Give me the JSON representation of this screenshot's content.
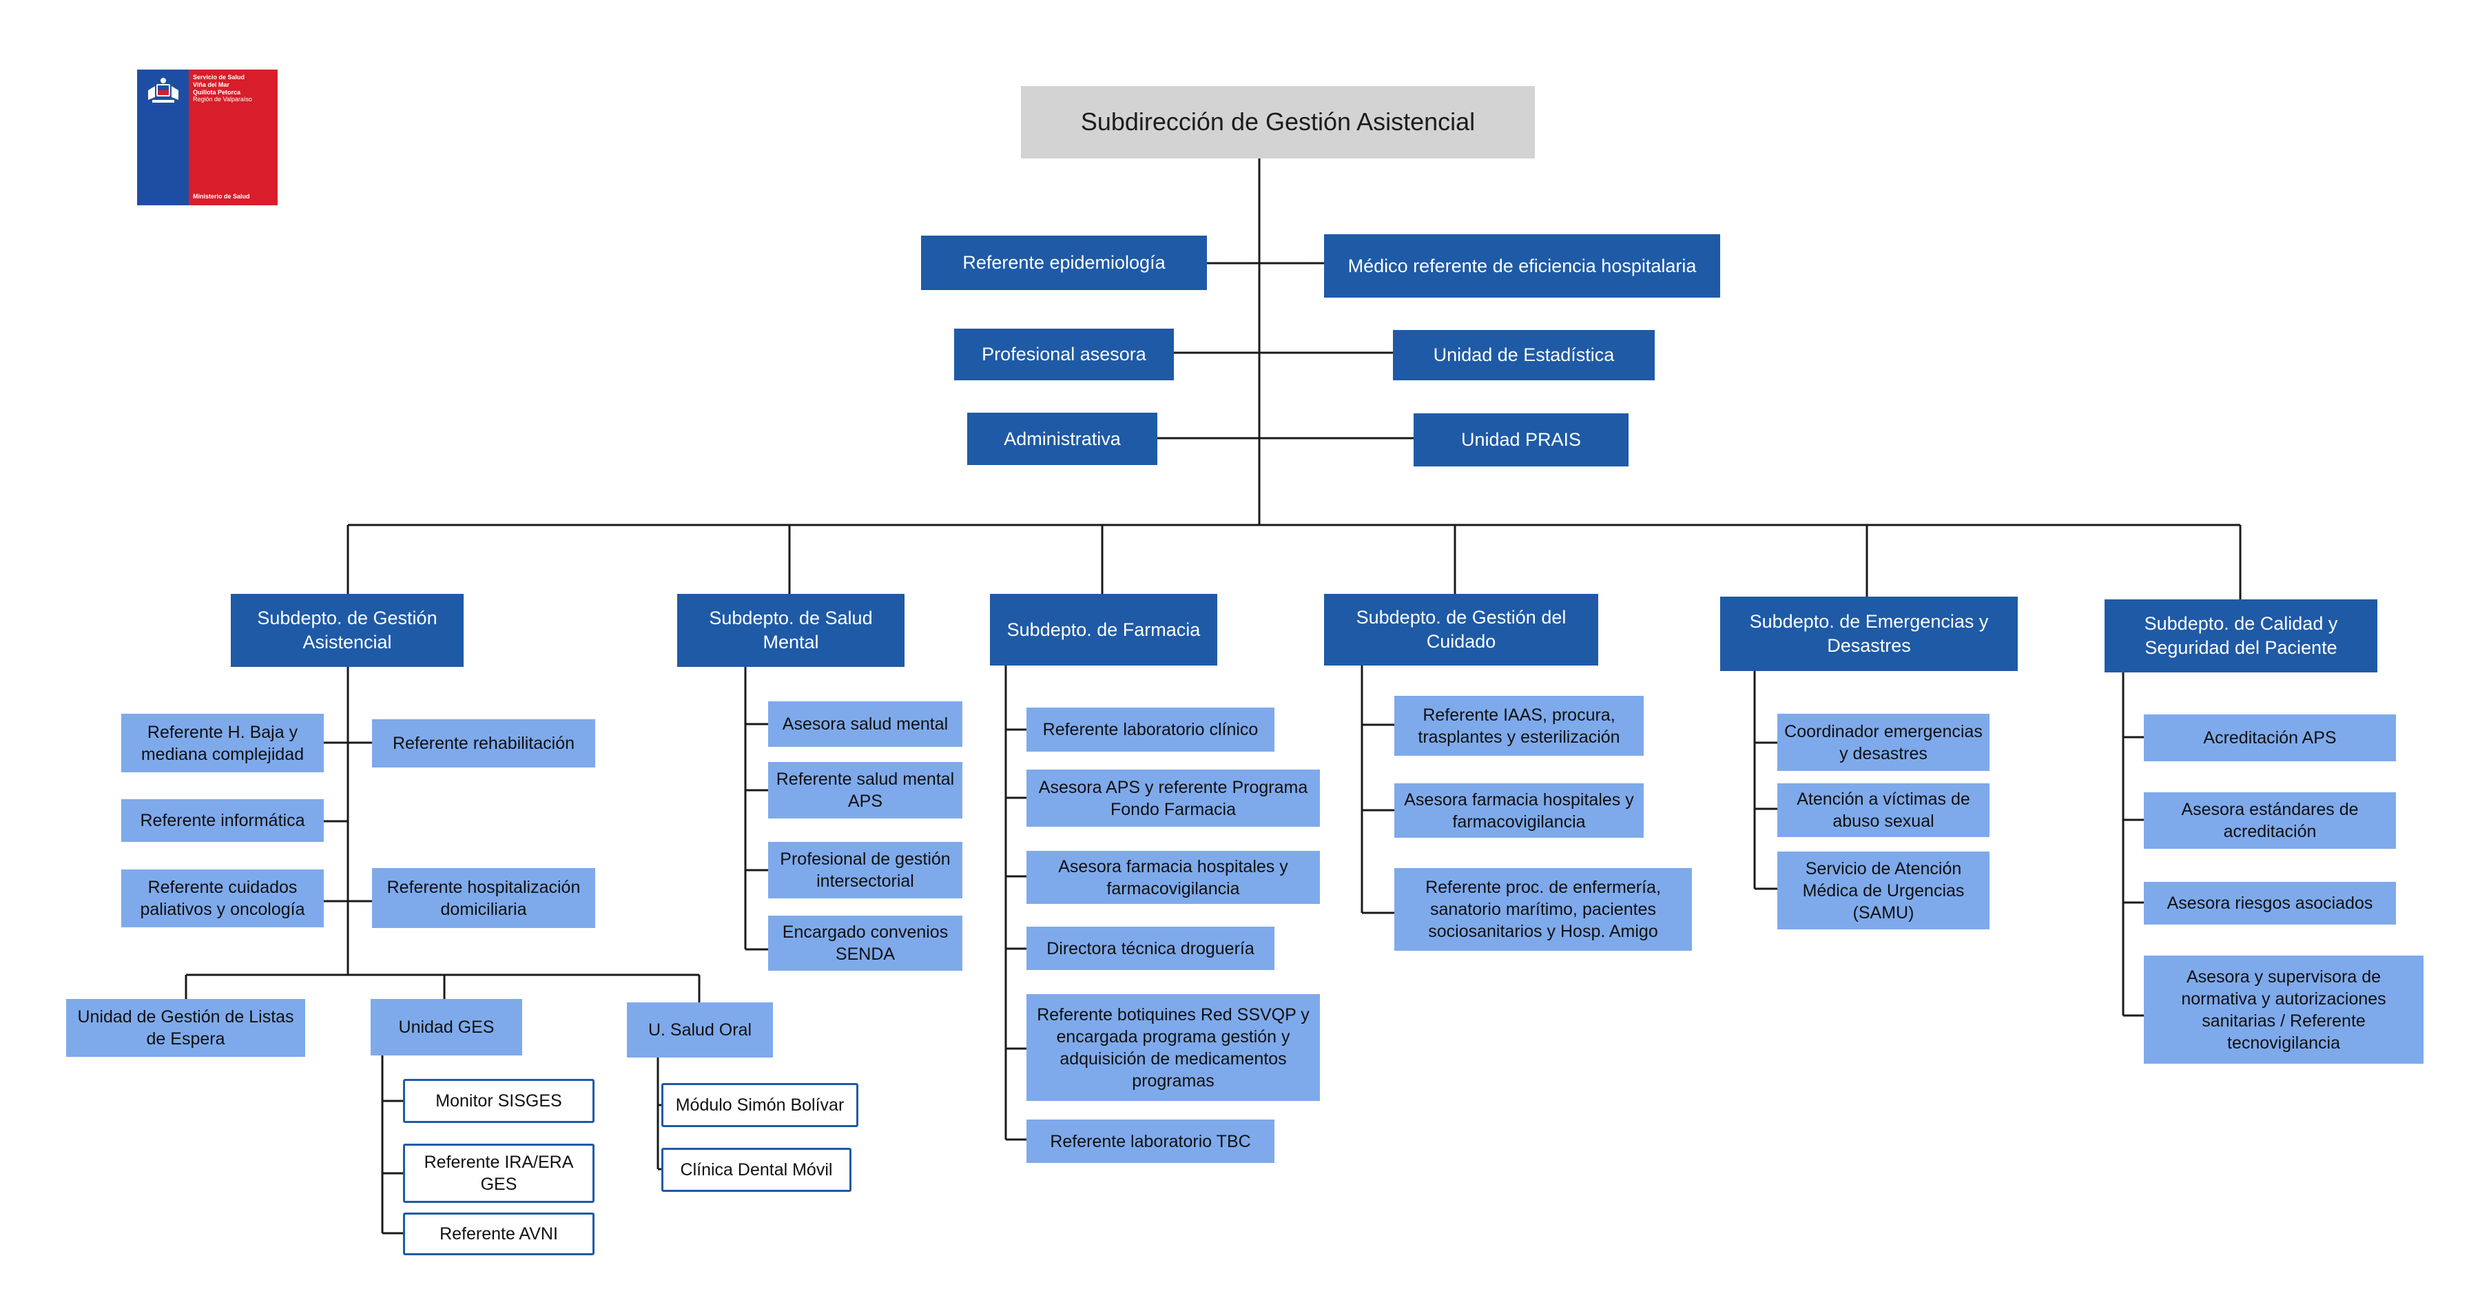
{
  "logo": {
    "lines": [
      "Servicio de Salud",
      "Viña del Mar",
      "Quillota Petorca",
      "Región de Valparaíso"
    ],
    "ministry": "Ministerio de Salud"
  },
  "title": "Subdirección de Gestión Asistencial",
  "staff": {
    "ref_epidemiologia": "Referente epidemiología",
    "medico_eficiencia": "Médico referente de eficiencia hospitalaria",
    "profesional_asesora": "Profesional asesora",
    "unidad_estadistica": "Unidad de Estadística",
    "administrativa": "Administrativa",
    "unidad_prais": "Unidad PRAIS"
  },
  "gestion_asistencial": {
    "title": "Subdepto. de Gestión Asistencial",
    "ref_baja": "Referente H. Baja y mediana complejidad",
    "ref_rehab": "Referente rehabilitación",
    "ref_informatica": "Referente informática",
    "ref_paliativos": "Referente cuidados paliativos y oncología",
    "ref_hospitalizacion": "Referente hospitalización domiciliaria",
    "unidad_listas": "Unidad de Gestión de Listas de Espera",
    "unidad_ges": "Unidad GES",
    "monitor_sisges": "Monitor SISGES",
    "ref_ira": "Referente IRA/ERA GES",
    "ref_avni": "Referente AVNI",
    "salud_oral": "U. Salud Oral",
    "modulo": "Módulo Simón Bolívar",
    "clinica": "Clínica Dental Móvil"
  },
  "salud_mental": {
    "title": "Subdepto. de Salud Mental",
    "items": [
      "Asesora salud mental",
      "Referente salud mental APS",
      "Profesional de gestión intersectorial",
      "Encargado convenios SENDA"
    ]
  },
  "farmacia": {
    "title": "Subdepto. de Farmacia",
    "items": [
      "Referente laboratorio clínico",
      "Asesora APS y referente Programa Fondo Farmacia",
      "Asesora farmacia hospitales y farmacovigilancia",
      "Directora técnica droguería",
      "Referente botiquines Red SSVQP y encargada programa gestión y adquisición de medicamentos programas",
      "Referente laboratorio TBC"
    ]
  },
  "cuidado": {
    "title": "Subdepto. de Gestión del Cuidado",
    "items": [
      "Referente IAAS, procura, trasplantes y esterilización",
      "Asesora farmacia hospitales y farmacovigilancia",
      "Referente proc. de enfermería, sanatorio marítimo, pacientes sociosanitarios y Hosp. Amigo"
    ]
  },
  "emergencias": {
    "title": "Subdepto. de Emergencias y Desastres",
    "items": [
      "Coordinador emergencias y desastres",
      "Atención a víctimas de abuso sexual",
      "Servicio de Atención Médica de Urgencias (SAMU)"
    ]
  },
  "calidad": {
    "title": "Subdepto. de Calidad y Seguridad del Paciente",
    "items": [
      "Acreditación APS",
      "Asesora estándares de acreditación",
      "Asesora riesgos asociados",
      "Asesora y supervisora de normativa y autorizaciones sanitarias / Referente tecnovigilancia"
    ]
  },
  "colors": {
    "dark": "#1f5aa6",
    "light": "#7eaaeb",
    "top": "#d3d3d3",
    "line": "#1a1a1a"
  }
}
